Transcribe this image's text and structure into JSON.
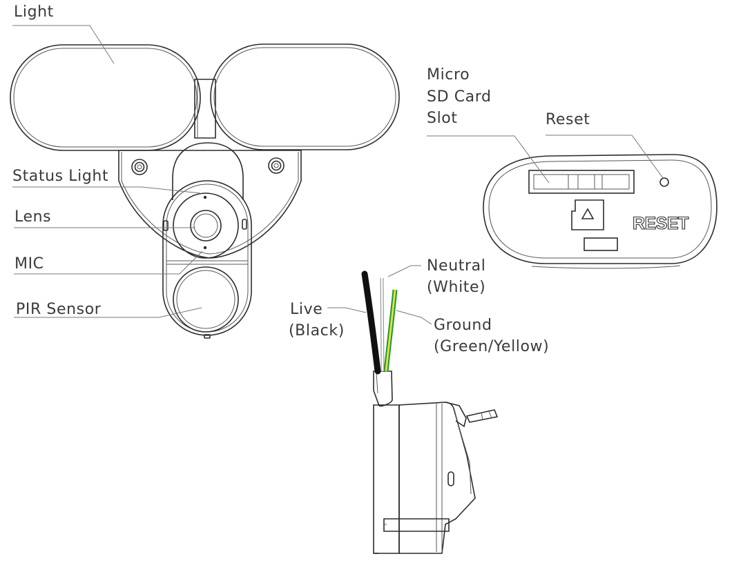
{
  "labels": {
    "light": "Light",
    "status_light": "Status Light",
    "lens": "Lens",
    "mic": "MIC",
    "pir_sensor": "PIR Sensor",
    "micro_sd_line1": "Micro",
    "micro_sd_line2": "SD Card",
    "micro_sd_line3": "Slot",
    "reset": "Reset",
    "reset_embossed": "RESET",
    "neutral_line1": "Neutral",
    "neutral_line2": "(White)",
    "live_line1": "Live",
    "live_line2": "(Black)",
    "ground_line1": "Ground",
    "ground_line2": "(Green/Yellow)"
  },
  "colors": {
    "line": "#2b2b2b",
    "live_wire": "#111111",
    "neutral_wire": "#9a9a9a",
    "ground_green": "#1f9a3a",
    "ground_yellow": "#e8e23a"
  }
}
